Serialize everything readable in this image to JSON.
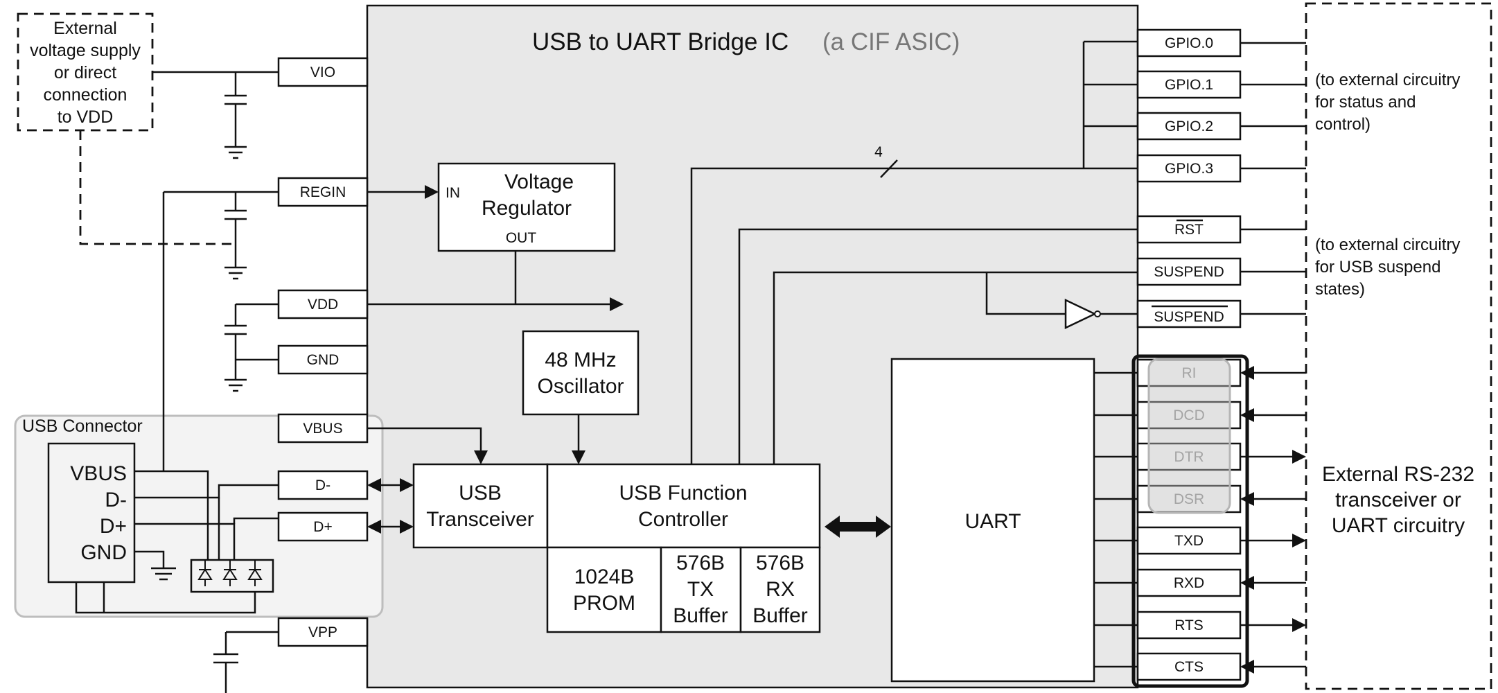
{
  "ic": {
    "title": "USB to UART Bridge IC",
    "subtitle": "(a CIF ASIC)",
    "bus_width_label": "4"
  },
  "external_supply": {
    "lines": [
      "External",
      "voltage supply",
      "or direct",
      "connection",
      "to VDD"
    ]
  },
  "left_pins": {
    "vio": "VIO",
    "regin": "REGIN",
    "vdd": "VDD",
    "gnd": "GND",
    "vbus": "VBUS",
    "dminus": "D-",
    "dplus": "D+",
    "vpp": "VPP"
  },
  "usb_connector": {
    "label": "USB Connector",
    "pins": [
      "VBUS",
      "D-",
      "D+",
      "GND"
    ]
  },
  "regulator": {
    "title_lines": [
      "Voltage",
      "Regulator"
    ],
    "in_label": "IN",
    "out_label": "OUT"
  },
  "oscillator": {
    "lines": [
      "48 MHz",
      "Oscillator"
    ]
  },
  "usb_transceiver": {
    "lines": [
      "USB",
      "Transceiver"
    ]
  },
  "usb_function_controller": {
    "lines": [
      "USB Function",
      "Controller"
    ]
  },
  "memories": [
    {
      "lines": [
        "1024B",
        "PROM"
      ]
    },
    {
      "lines": [
        "576B",
        "TX",
        "Buffer"
      ]
    },
    {
      "lines": [
        "576B",
        "RX",
        "Buffer"
      ]
    }
  ],
  "uart": {
    "label": "UART"
  },
  "right_pins": {
    "gpio": [
      "GPIO.0",
      "GPIO.1",
      "GPIO.2",
      "GPIO.3"
    ],
    "rst": "RST",
    "suspend": "SUSPEND",
    "suspend_n": "SUSPEND",
    "uart_pins": [
      "RI",
      "DCD",
      "DTR",
      "DSR",
      "TXD",
      "RXD",
      "RTS",
      "CTS"
    ]
  },
  "notes": {
    "gpio_note": [
      "(to external circuitry",
      "for status and",
      "control)"
    ],
    "suspend_note": [
      "(to external circuitry",
      "for USB suspend",
      "states)"
    ],
    "rs232_note": [
      "External RS-232",
      "transceiver or",
      "UART circuitry"
    ]
  },
  "colors": {
    "ic_fill": "#e8e8e8",
    "connector_fill": "#f3f3f3",
    "connector_border": "#bdbdbd",
    "dim_text": "#8e8e8e"
  }
}
